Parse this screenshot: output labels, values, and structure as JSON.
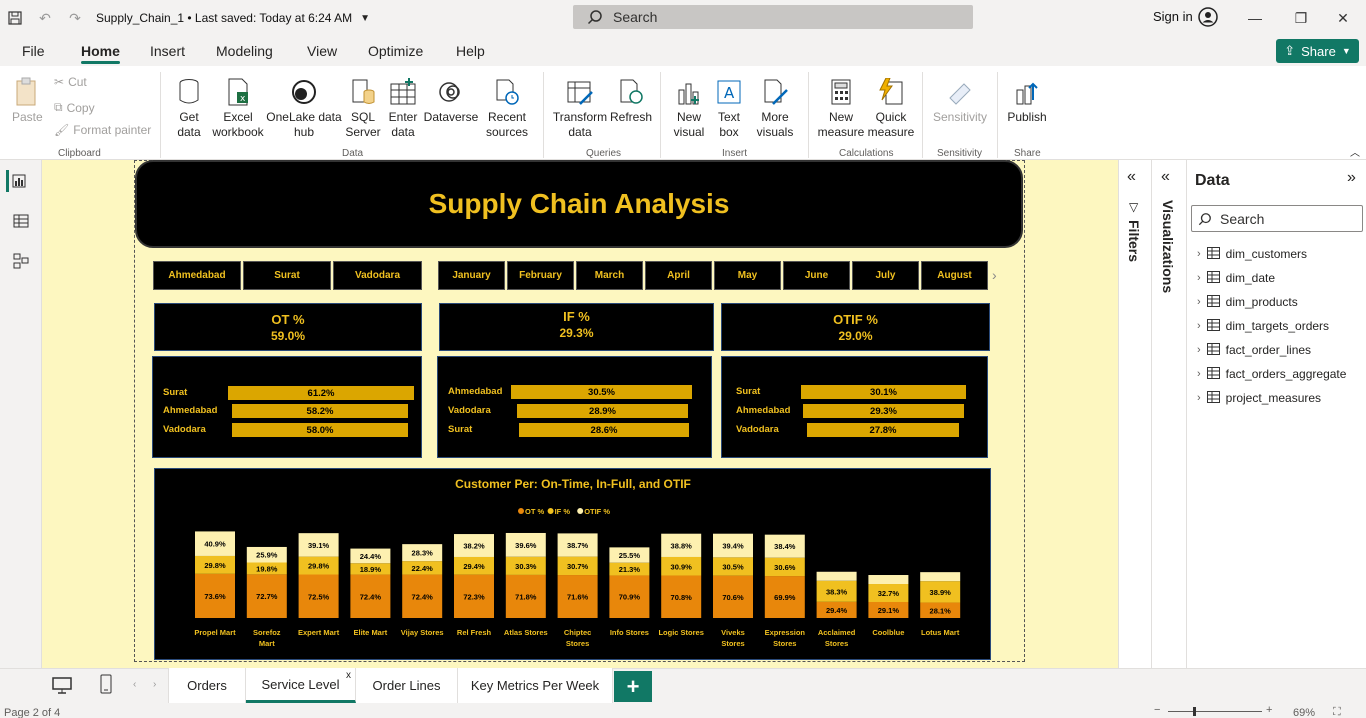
{
  "titlebar": {
    "doc_title": "Supply_Chain_1 • Last saved: Today at 6:24 AM",
    "search_placeholder": "Search",
    "signin": "Sign in"
  },
  "menu": [
    "File",
    "Home",
    "Insert",
    "Modeling",
    "View",
    "Optimize",
    "Help"
  ],
  "share_label": "Share",
  "ribbon": {
    "clipboard": {
      "paste": "Paste",
      "cut": "Cut",
      "copy": "Copy",
      "format_painter": "Format painter",
      "group": "Clipboard"
    },
    "data": {
      "get_data": "Get data",
      "excel": "Excel workbook",
      "onelake": "OneLake data hub",
      "sql": "SQL Server",
      "enter": "Enter data",
      "dataverse": "Dataverse",
      "recent": "Recent sources",
      "group": "Data"
    },
    "queries": {
      "transform": "Transform data",
      "refresh": "Refresh",
      "group": "Queries"
    },
    "insert": {
      "new_visual": "New visual",
      "text_box": "Text box",
      "more_visuals": "More visuals",
      "group": "Insert"
    },
    "calculations": {
      "new_measure": "New measure",
      "quick_measure": "Quick measure",
      "group": "Calculations"
    },
    "sensitivity": {
      "sensitivity": "Sensitivity",
      "group": "Sensitivity"
    },
    "share": {
      "publish": "Publish",
      "group": "Share"
    }
  },
  "report": {
    "title": "Supply Chain Analysis",
    "cities": [
      "Ahmedabad",
      "Surat",
      "Vadodara"
    ],
    "months": [
      "January",
      "February",
      "March",
      "April",
      "May",
      "June",
      "July",
      "August"
    ],
    "cards": [
      {
        "label": "OT %",
        "value": "59.0%"
      },
      {
        "label": "IF %",
        "value": "29.3%"
      },
      {
        "label": "OTIF %",
        "value": "29.0%"
      }
    ],
    "city_bars": [
      {
        "rows": [
          {
            "city": "Surat",
            "value": 61.2,
            "label": "61.2%"
          },
          {
            "city": "Ahmedabad",
            "value": 58.2,
            "label": "58.2%"
          },
          {
            "city": "Vadodara",
            "value": 58.0,
            "label": "58.0%"
          }
        ]
      },
      {
        "rows": [
          {
            "city": "Ahmedabad",
            "value": 30.5,
            "label": "30.5%"
          },
          {
            "city": "Vadodara",
            "value": 28.9,
            "label": "28.9%"
          },
          {
            "city": "Surat",
            "value": 28.6,
            "label": "28.6%"
          }
        ]
      },
      {
        "rows": [
          {
            "city": "Surat",
            "value": 30.1,
            "label": "30.1%"
          },
          {
            "city": "Ahmedabad",
            "value": 29.3,
            "label": "29.3%"
          },
          {
            "city": "Vadodara",
            "value": 27.8,
            "label": "27.8%"
          }
        ]
      }
    ]
  },
  "chart_data": {
    "type": "bar",
    "title": "Customer Per: On-Time, In-Full, and OTIF",
    "stacked": true,
    "legend_position": "top",
    "categories": [
      "Propel Mart",
      "Sorefoz Mart",
      "Expert Mart",
      "Elite Mart",
      "Vijay Stores",
      "Rel Fresh",
      "Atlas Stores",
      "Chiptec Stores",
      "Info Stores",
      "Logic Stores",
      "Viveks Stores",
      "Expression Stores",
      "Acclaimed Stores",
      "Coolblue",
      "Lotus Mart"
    ],
    "series": [
      {
        "name": "OT %",
        "color": "#e8870b",
        "values": [
          73.6,
          72.7,
          72.5,
          72.4,
          72.4,
          72.3,
          71.8,
          71.6,
          70.9,
          70.8,
          70.6,
          69.9,
          29.4,
          29.1,
          28.1
        ]
      },
      {
        "name": "IF %",
        "color": "#f0c020",
        "values": [
          29.8,
          19.8,
          29.8,
          18.9,
          22.4,
          29.4,
          30.3,
          30.7,
          21.3,
          30.9,
          30.5,
          30.6,
          38.3,
          32.7,
          38.9
        ]
      },
      {
        "name": "OTIF %",
        "color": "#fdf0b0",
        "values": [
          40.9,
          25.9,
          39.1,
          24.4,
          28.3,
          38.2,
          39.6,
          38.7,
          25.5,
          38.8,
          39.4,
          38.4,
          null,
          null,
          null
        ]
      }
    ]
  },
  "panes": {
    "filters": "Filters",
    "visualizations": "Visualizations",
    "data_title": "Data",
    "data_search": "Search",
    "tables": [
      "dim_customers",
      "dim_date",
      "dim_products",
      "dim_targets_orders",
      "fact_order_lines",
      "fact_orders_aggregate",
      "project_measures"
    ]
  },
  "pages": [
    {
      "label": "Orders",
      "active": false
    },
    {
      "label": "Service Level",
      "active": true
    },
    {
      "label": "Order Lines",
      "active": false
    },
    {
      "label": "Key Metrics Per Week",
      "active": false
    }
  ],
  "status": {
    "page": "Page 2 of 4",
    "zoom": "69%"
  },
  "colors": {
    "accent": "#117865",
    "gold": "#f0c020",
    "canvas": "#fdf7c0"
  }
}
